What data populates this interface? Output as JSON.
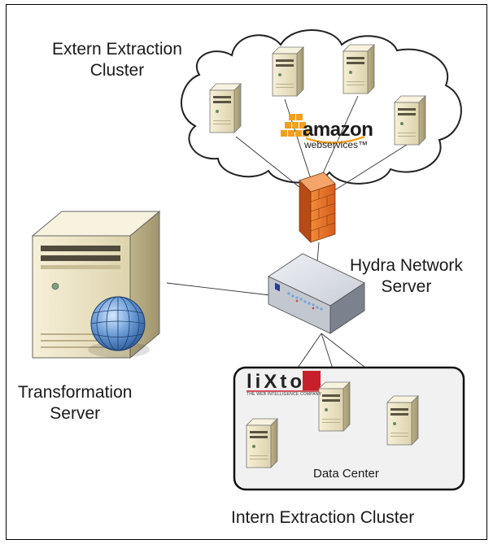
{
  "labels": {
    "extern_cluster": [
      "Extern Extraction",
      "Cluster"
    ],
    "hydra": [
      "Hydra Network",
      "Server"
    ],
    "transformation": [
      "Transformation",
      "Server"
    ],
    "intern_cluster": "Intern Extraction Cluster",
    "data_center": "Data Center"
  },
  "logos": {
    "amazon_word": "amazon",
    "amazon_sub": "webservices™",
    "lixto_word": "liXto",
    "lixto_sub": "THE WEB INTELLIGENCE COMPANY"
  },
  "colors": {
    "server_body": "#ece4c4",
    "server_shadow": "#b9ad84",
    "firewall": "#e8742a",
    "globe": "#4a7fc1",
    "switch": "#cfd3da",
    "amazon_orange": "#f0a01e",
    "lixto_red": "#c8202a"
  }
}
